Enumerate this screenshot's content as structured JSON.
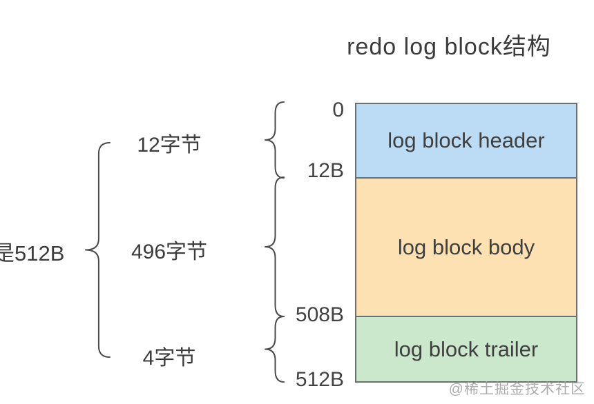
{
  "title": "redo log block结构",
  "diagram": {
    "total_label": "是512B",
    "offsets": [
      "0",
      "12B",
      "508B",
      "512B"
    ],
    "blocks": [
      {
        "label": "log block header",
        "size_label": "12字节",
        "color": "#bcdcf5"
      },
      {
        "label": "log block body",
        "size_label": "496字节",
        "color": "#fde1b3"
      },
      {
        "label": "log block trailer",
        "size_label": "4字节",
        "color": "#cbe7cc"
      }
    ]
  },
  "watermark": {
    "text": "@稀土掘金技术社区"
  },
  "colors": {
    "border": "#6e6e6e",
    "text": "#3b3b3b",
    "brace": "#4a4a4a",
    "watermark": "#9e9e9e",
    "header_fill": "#bcdcf5",
    "body_fill": "#fde1b3",
    "trailer_fill": "#cbe7cc"
  }
}
